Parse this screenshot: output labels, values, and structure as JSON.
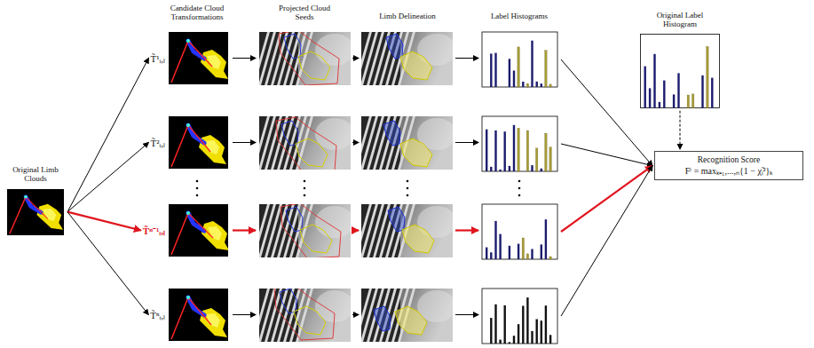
{
  "diagram": {
    "nodes": [
      {
        "text": [
          "Original Limb Clouds"
        ]
      },
      {
        "text": [
          "T̃¹ᵢ,ₗ"
        ]
      },
      {
        "text": [
          "T̃²ᵢ,ₗ"
        ]
      },
      {
        "text": [
          "T̃ⁿ⁻¹ᵢ,ₗ"
        ]
      },
      {
        "text": [
          "T̃ⁿᵢ,ₗ"
        ]
      },
      {
        "text": [
          "Original Label Histogram"
        ]
      },
      {
        "text": [
          "Recognition Score",
          "Fⁱ = maxₖ₌₁,...,ₙ{1 − χ̃ᵢ²}ₖ"
        ]
      }
    ],
    "edges": [
      {
        "from": 0,
        "to": 1,
        "arrow": "to"
      },
      {
        "from": 0,
        "to": 2,
        "arrow": "to"
      },
      {
        "from": 0,
        "to": 3,
        "arrow": "to"
      },
      {
        "from": 0,
        "to": 4,
        "arrow": "to"
      },
      {
        "from": 5,
        "to": 6,
        "arrow": "to"
      }
    ],
    "labels": [
      "Candidate Cloud Transformations",
      "Projected Cloud Seeds",
      "Limb Delineation",
      "Label Histograms"
    ]
  }
}
